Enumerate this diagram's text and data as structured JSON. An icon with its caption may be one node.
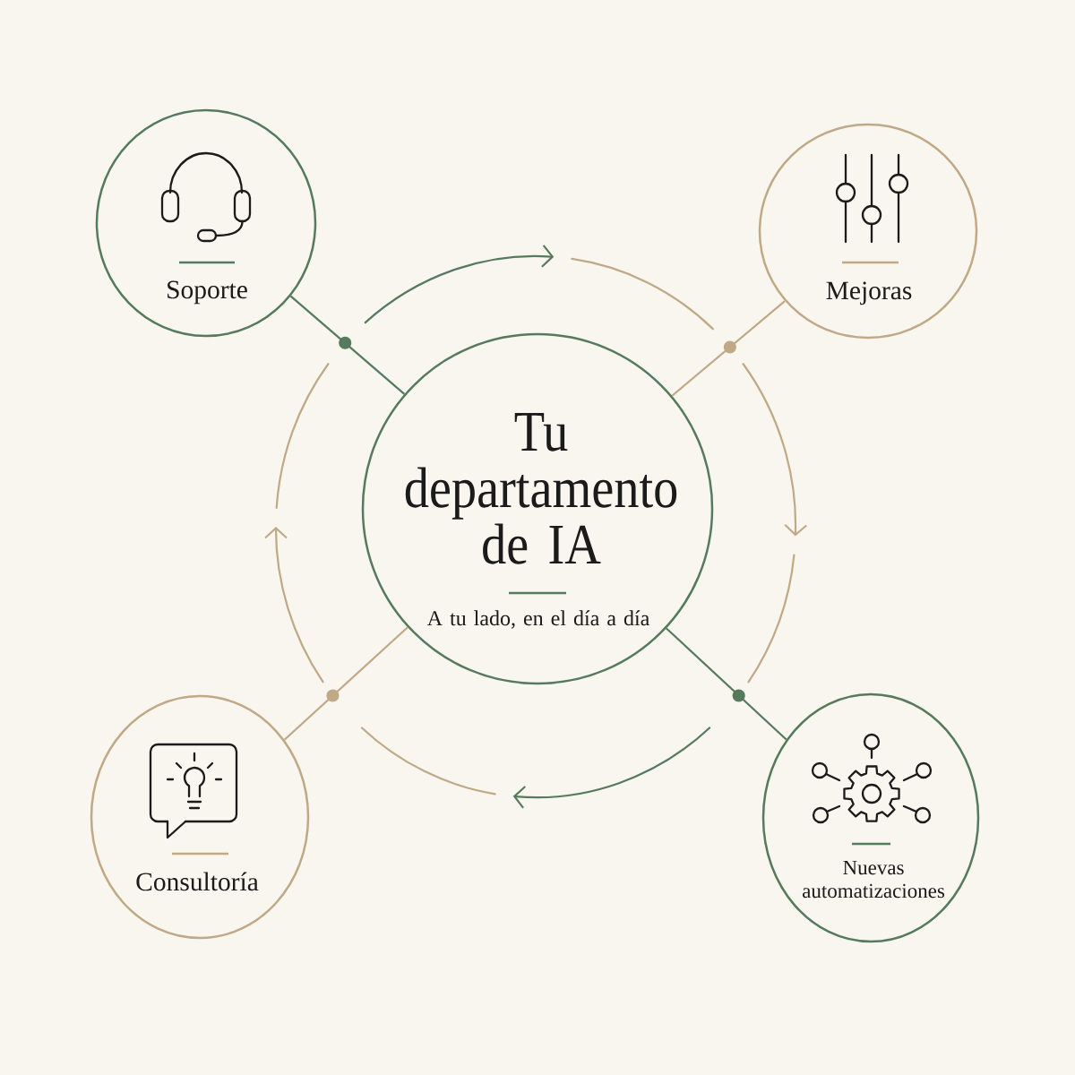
{
  "diagram": {
    "nodes": [
      {
        "text": [
          "Tu departamento de IA",
          "A tu lado, en el día a día"
        ]
      },
      {
        "text": [
          "Soporte"
        ]
      },
      {
        "text": [
          "Mejoras"
        ]
      },
      {
        "text": [
          "Consultoría"
        ]
      },
      {
        "text": [
          "Nuevas automatizaciones"
        ]
      }
    ],
    "edges": [
      {
        "from": 0,
        "to": 1,
        "arrow": "none"
      },
      {
        "from": 0,
        "to": 2,
        "arrow": "none",
        "color": "#bfa986"
      },
      {
        "from": 0,
        "to": 3,
        "arrow": "none",
        "color": "#bfa986"
      },
      {
        "from": 0,
        "to": 4,
        "arrow": "none"
      }
    ]
  }
}
